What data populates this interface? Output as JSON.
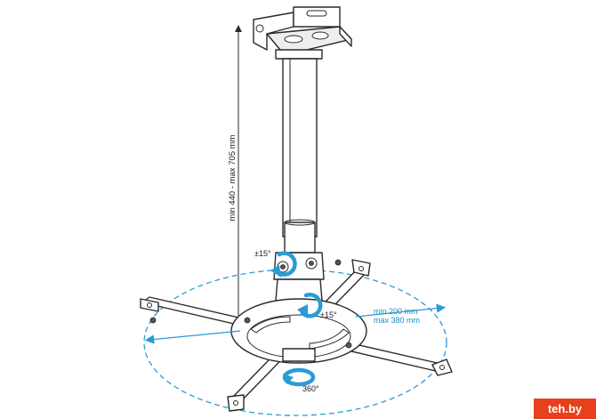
{
  "labels": {
    "height_range": "min 440 - max 705 mm",
    "tilt_top": "±15°",
    "tilt_mid": "±15°",
    "rotation": "360°",
    "arm_min": "min 200 mm",
    "arm_max": "max 380 mm"
  },
  "logo": {
    "text": "teh.by"
  },
  "colors": {
    "accent_blue": "#2a9bd6",
    "line": "#2a2a2a",
    "logo_orange": "#e8401c"
  }
}
